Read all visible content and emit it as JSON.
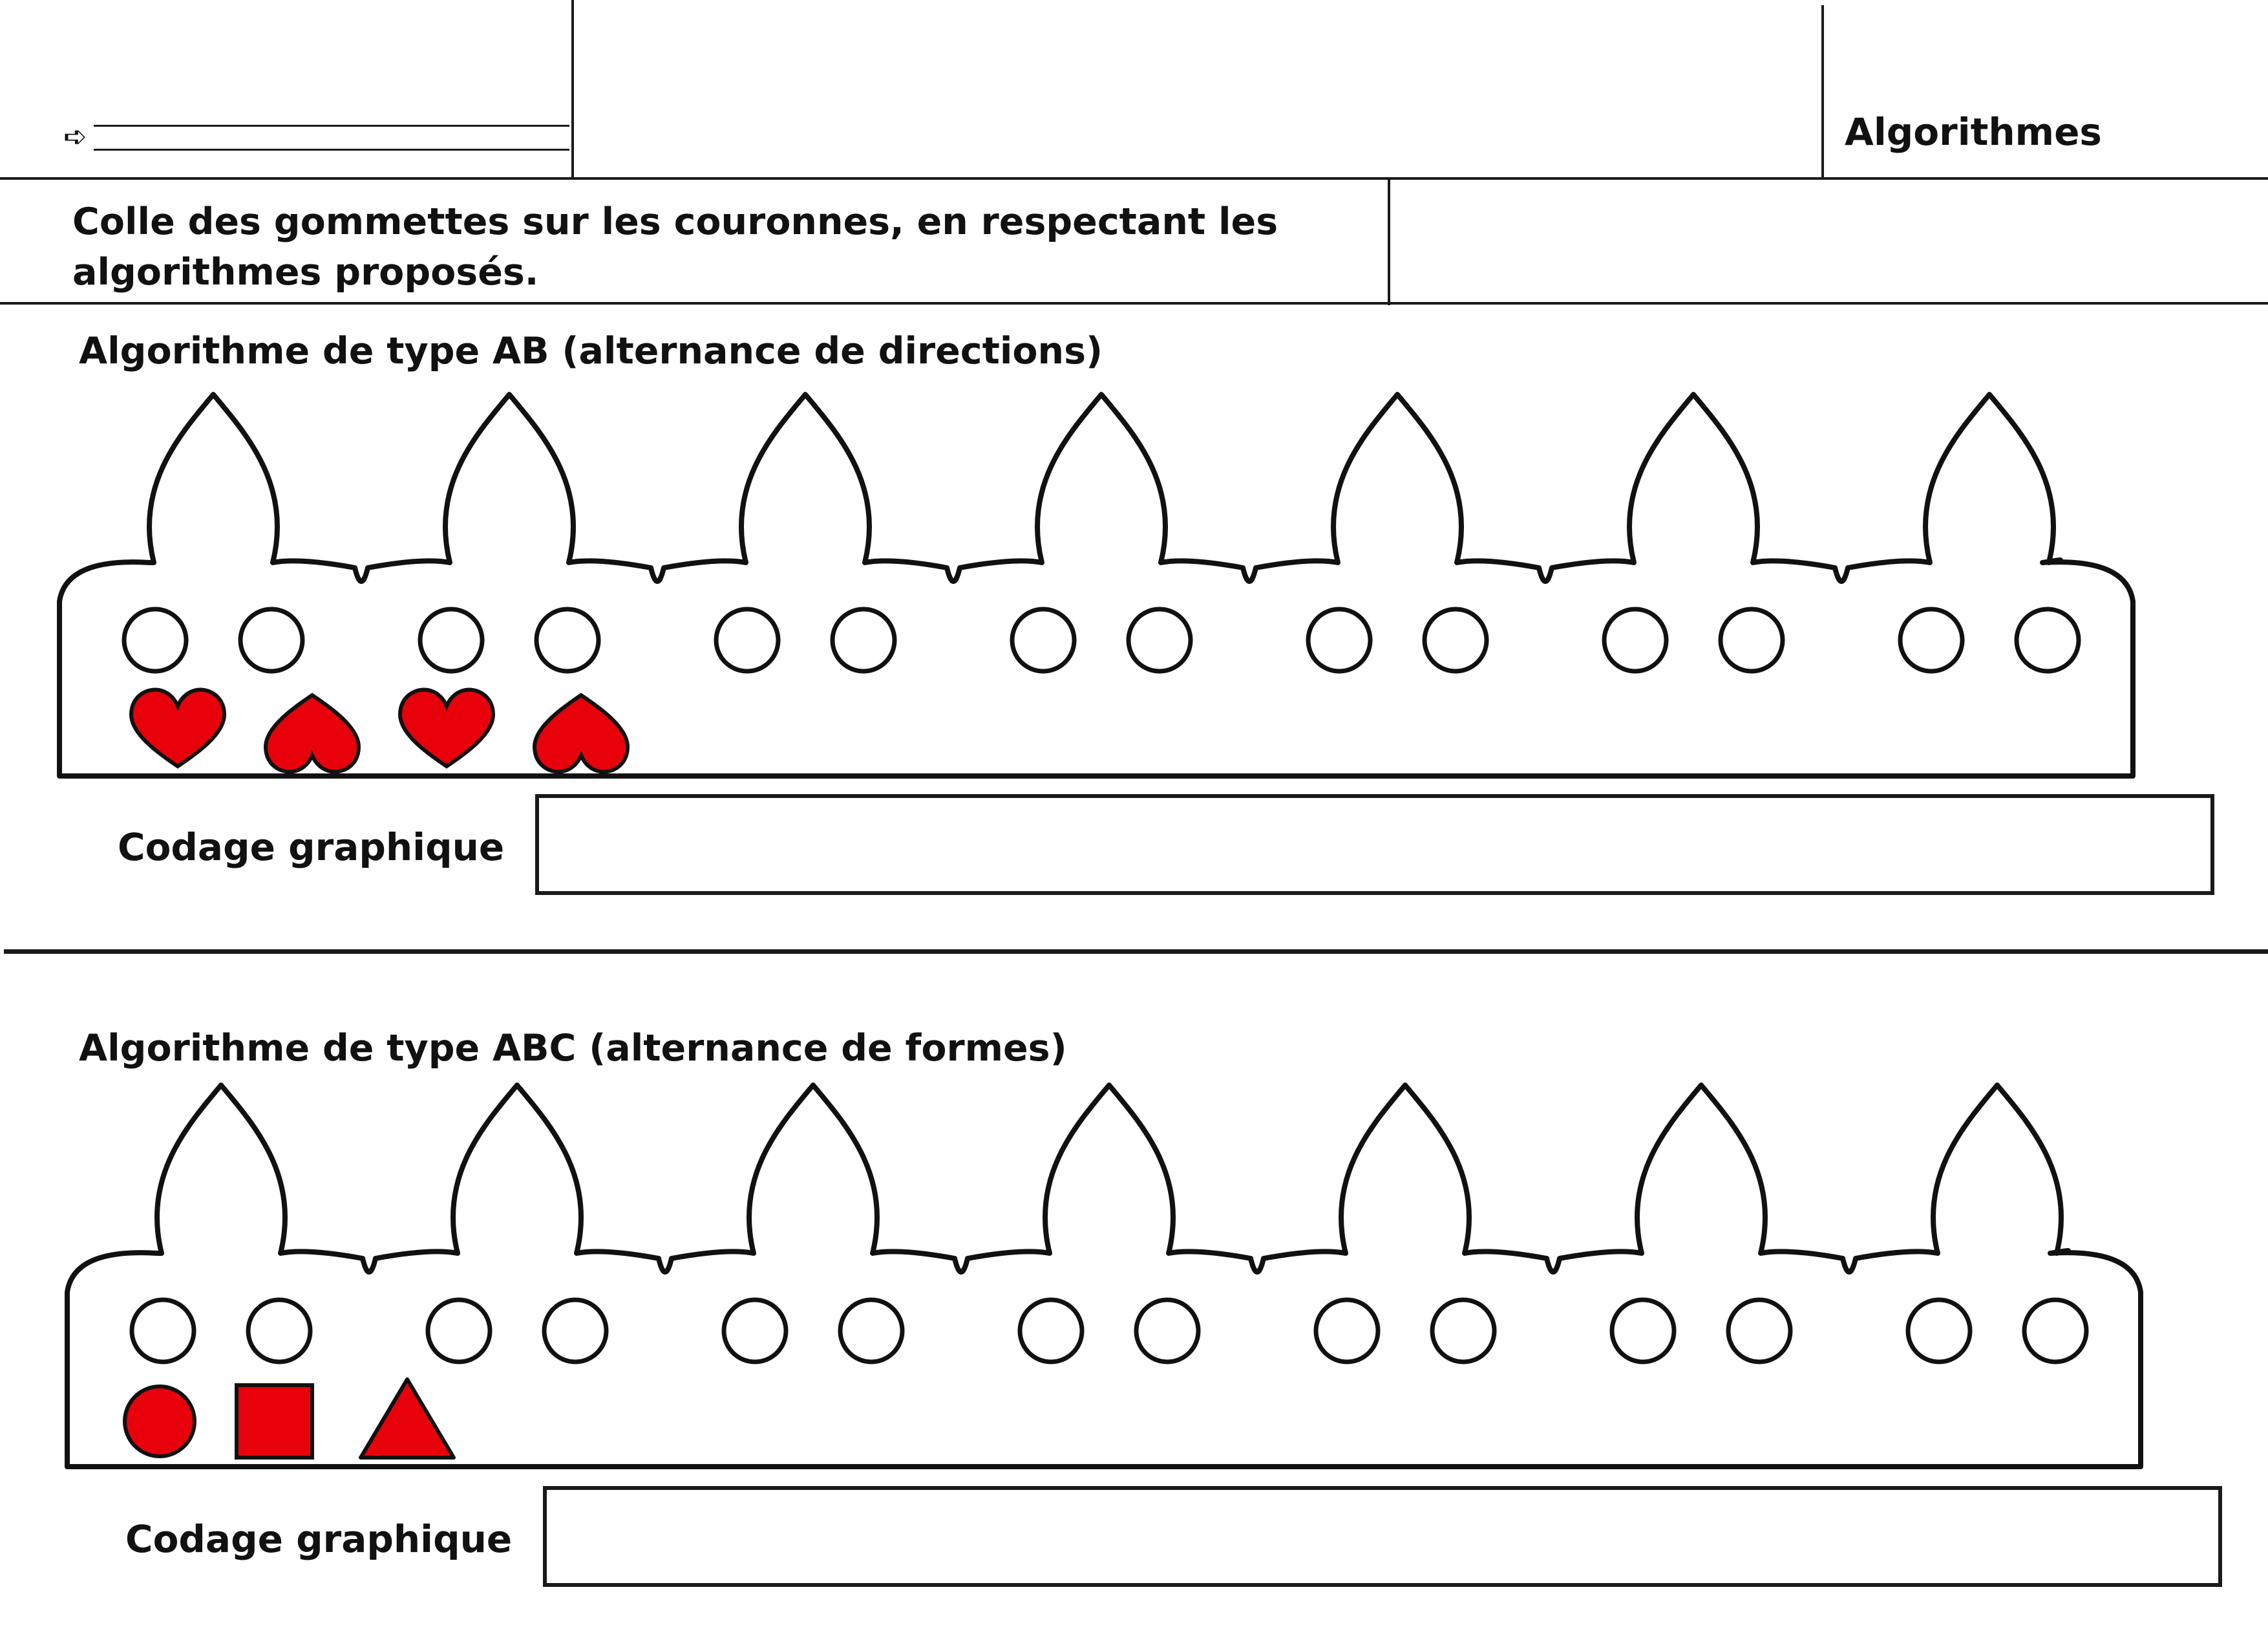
{
  "header": {
    "arrow_symbol": "➪",
    "title": "Algorithmes"
  },
  "instruction": {
    "text": "Colle des gommettes sur les couronnes, en respectant les algorithmes proposés."
  },
  "sections": [
    {
      "heading": "Algorithme de type AB (alternance de directions)",
      "coding_label": "Codage graphique",
      "sticker_color": "#e8000b",
      "pattern": [
        "heart-up",
        "heart-down",
        "heart-up",
        "heart-down"
      ]
    },
    {
      "heading": "Algorithme de type ABC (alternance de formes)",
      "coding_label": "Codage graphique",
      "sticker_color": "#e8000b",
      "pattern": [
        "circle",
        "square",
        "triangle"
      ]
    }
  ]
}
